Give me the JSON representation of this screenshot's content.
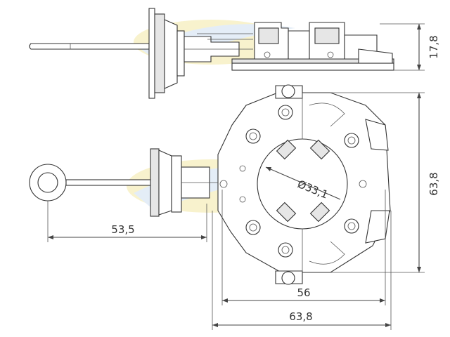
{
  "dimensions": {
    "height_side": "17,8",
    "height_front": "63,8",
    "width_inner": "56",
    "width_outer": "63,8",
    "inner_diameter": "Ø33,1",
    "wire_length": "53,5"
  },
  "colors": {
    "line": "#444444",
    "watermark_yellow": "#f3e9a6",
    "watermark_blue": "#cfe0f2",
    "part_fill": "#ffffff",
    "part_shade": "#e6e6e6"
  }
}
